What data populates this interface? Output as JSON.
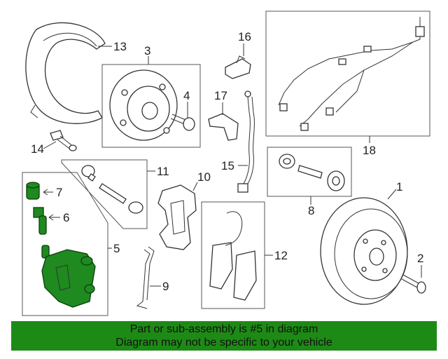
{
  "callouts": {
    "c1": "1",
    "c2": "2",
    "c3": "3",
    "c4": "4",
    "c5": "5",
    "c6": "6",
    "c7": "7",
    "c8": "8",
    "c9": "9",
    "c10": "10",
    "c11": "11",
    "c12": "12",
    "c13": "13",
    "c14": "14",
    "c15": "15",
    "c16": "16",
    "c17": "17",
    "c18": "18"
  },
  "highlight": {
    "color": "#1f8a1f",
    "part": "5"
  },
  "banner": {
    "line1": "Part or sub-assembly is #5 in diagram",
    "line2": "Diagram may not be specific to your vehicle",
    "color": "#1e8a16"
  }
}
